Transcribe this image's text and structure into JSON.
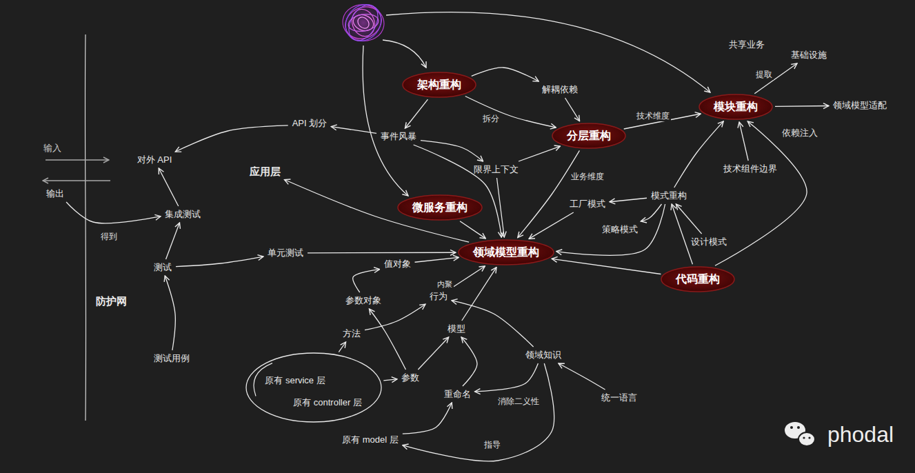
{
  "diagram": {
    "nodes": [
      {
        "text": [
          "架构重构"
        ]
      },
      {
        "text": [
          "基础设施"
        ]
      },
      {
        "text": [
          "解耦依赖"
        ]
      },
      {
        "text": [
          "模块重构"
        ]
      },
      {
        "text": [
          "领域模型适配"
        ]
      },
      {
        "text": [
          "API 划分"
        ]
      },
      {
        "text": [
          "事件风暴"
        ]
      },
      {
        "text": [
          "分层重构"
        ]
      },
      {
        "text": [
          "对外 API"
        ]
      },
      {
        "text": [
          "限界上下文"
        ]
      },
      {
        "text": [
          "技术组件边界"
        ]
      },
      {
        "text": [
          "应用层"
        ]
      },
      {
        "text": [
          "输出"
        ]
      },
      {
        "text": [
          "模式重构"
        ]
      },
      {
        "text": [
          "工厂模式"
        ]
      },
      {
        "text": [
          "微服务重构"
        ]
      },
      {
        "text": [
          "集成测试"
        ]
      },
      {
        "text": [
          "策略模式"
        ]
      },
      {
        "text": [
          "设计模式"
        ]
      },
      {
        "text": [
          "领域模型重构"
        ]
      },
      {
        "text": [
          "单元测试"
        ]
      },
      {
        "text": [
          "值对象"
        ]
      },
      {
        "text": [
          "测试"
        ]
      },
      {
        "text": [
          "代码重构"
        ]
      },
      {
        "text": [
          "行为"
        ]
      },
      {
        "text": [
          "参数对象"
        ]
      },
      {
        "text": [
          "模型"
        ]
      },
      {
        "text": [
          "方法"
        ]
      },
      {
        "text": [
          "领域知识"
        ]
      },
      {
        "text": [
          "测试用例"
        ]
      },
      {
        "text": [
          "原有 service 层",
          "原有 controller 层"
        ]
      },
      {
        "text": [
          "参数"
        ]
      },
      {
        "text": [
          "重命名"
        ]
      },
      {
        "text": [
          "统一语言"
        ]
      },
      {
        "text": [
          "原有 model 层"
        ]
      }
    ],
    "edges": [
      {
        "from": 0,
        "to": 2,
        "arrow": "to"
      },
      {
        "from": 2,
        "to": 7,
        "arrow": "to"
      },
      {
        "from": 0,
        "to": 7,
        "label": "拆分",
        "arrow": "to"
      },
      {
        "from": 0,
        "to": 6,
        "arrow": "to"
      },
      {
        "from": 6,
        "to": 5,
        "arrow": "to"
      },
      {
        "from": 5,
        "to": 8,
        "arrow": "to"
      },
      {
        "from": 6,
        "to": 9,
        "arrow": "to"
      },
      {
        "from": 6,
        "to": 19,
        "arrow": "to"
      },
      {
        "from": 9,
        "to": 7,
        "arrow": "to"
      },
      {
        "from": 9,
        "to": 19,
        "arrow": "to"
      },
      {
        "from": 7,
        "to": 3,
        "label": "技术维度",
        "arrow": "to"
      },
      {
        "from": 7,
        "to": 19,
        "label": "业务维度",
        "arrow": "to"
      },
      {
        "from": 3,
        "to": 1,
        "label": "提取",
        "arrow": "to"
      },
      {
        "from": 3,
        "to": 4,
        "arrow": "to"
      },
      {
        "from": 10,
        "to": 3,
        "arrow": "to"
      },
      {
        "from": 13,
        "to": 3,
        "arrow": "to"
      },
      {
        "from": 23,
        "to": 3,
        "arrow": "to"
      },
      {
        "from": 13,
        "to": 14,
        "arrow": "to"
      },
      {
        "from": 13,
        "to": 17,
        "arrow": "to"
      },
      {
        "from": 14,
        "to": 19,
        "arrow": "to"
      },
      {
        "from": 13,
        "to": 19,
        "arrow": "to"
      },
      {
        "from": 18,
        "to": 13,
        "arrow": "to"
      },
      {
        "from": 23,
        "to": 13,
        "arrow": "to"
      },
      {
        "from": 23,
        "to": 19,
        "arrow": "to"
      },
      {
        "from": 15,
        "to": 19,
        "arrow": "to"
      },
      {
        "from": 19,
        "to": 11,
        "arrow": "to"
      },
      {
        "from": 16,
        "to": 8,
        "arrow": "to"
      },
      {
        "from": 12,
        "to": 16,
        "label": "得到",
        "arrow": "to"
      },
      {
        "from": 22,
        "to": 16,
        "arrow": "to"
      },
      {
        "from": 22,
        "to": 20,
        "arrow": "to"
      },
      {
        "from": 20,
        "to": 19,
        "arrow": "to"
      },
      {
        "from": 29,
        "to": 22,
        "arrow": "to"
      },
      {
        "from": 21,
        "to": 19,
        "arrow": "to"
      },
      {
        "from": 25,
        "to": 21,
        "arrow": "to"
      },
      {
        "from": 24,
        "to": 19,
        "arrow": "to"
      },
      {
        "from": 27,
        "to": 24,
        "arrow": "to"
      },
      {
        "from": 30,
        "to": 27,
        "arrow": "to"
      },
      {
        "from": 30,
        "to": 31,
        "arrow": "to"
      },
      {
        "from": 31,
        "to": 25,
        "arrow": "to"
      },
      {
        "from": 31,
        "to": 26,
        "arrow": "to"
      },
      {
        "from": 26,
        "to": 19,
        "arrow": "to"
      },
      {
        "from": 34,
        "to": 32,
        "arrow": "to"
      },
      {
        "from": 32,
        "to": 26,
        "arrow": "to"
      },
      {
        "from": 28,
        "to": 32,
        "label": "消除二义性",
        "arrow": "to"
      },
      {
        "from": 28,
        "to": 24,
        "arrow": "to"
      },
      {
        "from": 33,
        "to": 28,
        "arrow": "to"
      },
      {
        "from": 28,
        "to": 34,
        "label": "指导",
        "arrow": "to"
      }
    ],
    "labels": [
      "共享业务",
      "依赖注入",
      "内聚",
      "输入",
      "防护网",
      "phodal"
    ]
  }
}
